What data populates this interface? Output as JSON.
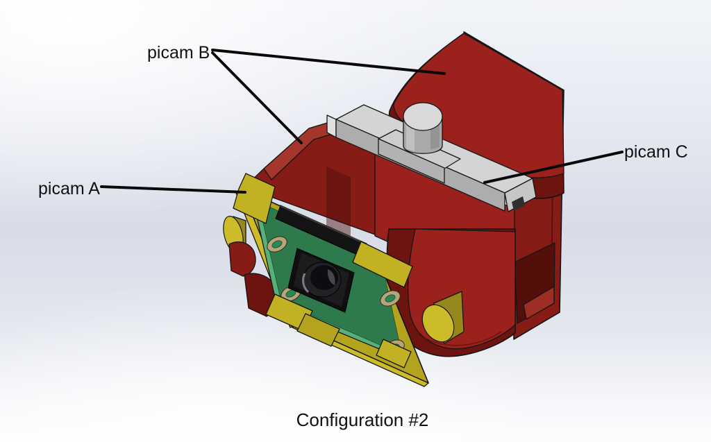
{
  "figure": {
    "caption": "Configuration #2",
    "labels": {
      "picam_a": "picam A",
      "picam_b": "picam B",
      "picam_c": "picam C"
    },
    "colors": {
      "bracket_red_bright": "#9b211c",
      "bracket_red_medium": "#871c17",
      "bracket_red_chamfer": "#a5362b",
      "bracket_red_dark": "#6d1410",
      "bracket_red_deep": "#550f0b",
      "mount_yellow": "#b3a31d",
      "mount_yellow_bright": "#cdbc2a",
      "mount_yellow_dark": "#96881a",
      "pcb_green": "#2f7a4c",
      "pcb_green_bright": "#57b078",
      "rail_gray_top": "#d4d4d4",
      "rail_gray_front": "#adadad",
      "ring_brass": "#b5a57a",
      "lens_black": "#141414",
      "background_tint": "#d8dce7",
      "label_color": "#111111"
    }
  }
}
